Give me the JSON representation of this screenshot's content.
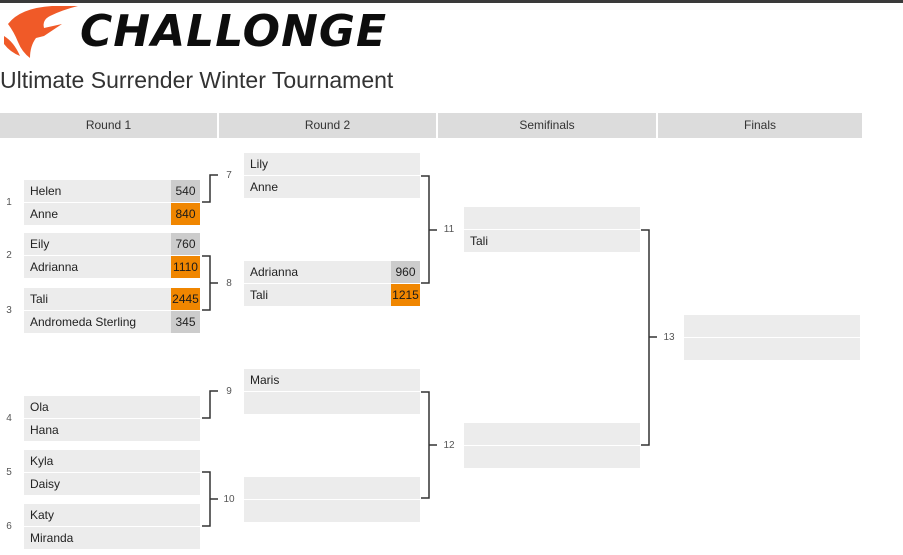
{
  "brand": {
    "name": "CHALLONGE",
    "accent": "#f05a28",
    "win_color": "#f08600"
  },
  "tournament": {
    "title": "Ultimate Surrender Winter Tournament"
  },
  "rounds": [
    "Round 1",
    "Round 2",
    "Semifinals",
    "Finals"
  ],
  "matches": {
    "m1": {
      "number": "1",
      "p1": {
        "name": "Helen",
        "score": "540"
      },
      "p2": {
        "name": "Anne",
        "score": "840"
      }
    },
    "m2": {
      "number": "2",
      "p1": {
        "name": "Eily",
        "score": "760"
      },
      "p2": {
        "name": "Adrianna",
        "score": "1110"
      }
    },
    "m3": {
      "number": "3",
      "p1": {
        "name": "Tali",
        "score": "2445"
      },
      "p2": {
        "name": "Andromeda Sterling",
        "score": "345"
      }
    },
    "m4": {
      "number": "4",
      "p1": {
        "name": "Ola"
      },
      "p2": {
        "name": "Hana"
      }
    },
    "m5": {
      "number": "5",
      "p1": {
        "name": "Kyla"
      },
      "p2": {
        "name": "Daisy"
      }
    },
    "m6": {
      "number": "6",
      "p1": {
        "name": "Katy"
      },
      "p2": {
        "name": "Miranda"
      }
    },
    "m7": {
      "number": "7",
      "p1": {
        "name": "Lily"
      },
      "p2": {
        "name": "Anne"
      }
    },
    "m8": {
      "number": "8",
      "p1": {
        "name": "Adrianna",
        "score": "960"
      },
      "p2": {
        "name": "Tali",
        "score": "1215"
      }
    },
    "m9": {
      "number": "9",
      "p1": {
        "name": "Maris"
      },
      "p2": {
        "name": ""
      }
    },
    "m10": {
      "number": "10",
      "p1": {
        "name": ""
      },
      "p2": {
        "name": ""
      }
    },
    "m11": {
      "number": "11",
      "p1": {
        "name": ""
      },
      "p2": {
        "name": "Tali"
      }
    },
    "m12": {
      "number": "12",
      "p1": {
        "name": ""
      },
      "p2": {
        "name": ""
      }
    },
    "m13": {
      "number": "13",
      "p1": {
        "name": ""
      },
      "p2": {
        "name": ""
      }
    }
  }
}
